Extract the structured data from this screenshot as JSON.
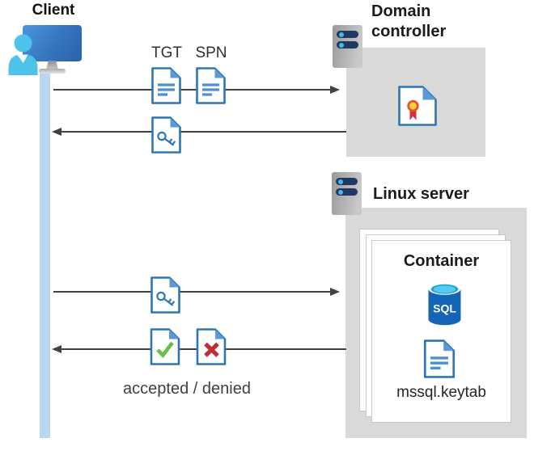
{
  "client": {
    "label": "Client"
  },
  "domain_controller": {
    "label": "Domain controller"
  },
  "linux_server": {
    "label": "Linux server"
  },
  "container": {
    "label": "Container",
    "sql_badge": "SQL",
    "keytab_label": "mssql.keytab"
  },
  "flow": {
    "tgt": "TGT",
    "spn": "SPN",
    "result_caption": "accepted / denied"
  },
  "icons": {
    "client": "user-at-monitor-icon",
    "server": "server-rack-icon",
    "ticket": "document-icon",
    "key_ticket": "key-document-icon",
    "certificate": "certificate-document-icon",
    "database": "sql-database-icon",
    "accepted": "check-document-icon",
    "denied": "cross-document-icon",
    "container_stack": "stacked-cards-icon"
  },
  "colors": {
    "doc_border": "#2E75B6",
    "doc_fold": "#5B9BD5",
    "doc_lines": "#4A8FD3",
    "accent_green": "#6CBE45",
    "accent_red": "#BE2E35",
    "arrow_gray": "#404040",
    "box_gray": "#D9D9D9",
    "lifeline_blue": "#B9D6F3",
    "server_bar_navy": "#1F3864",
    "server_dot_blue": "#45B9E8",
    "sql_body_blue": "#1464B8",
    "sql_top_cyan": "#54CBEF",
    "cert_seal_yellow": "#FFD43B",
    "cert_ribbon_red": "#CE3338",
    "client_monitor_blue": "#3574BE",
    "client_person_cyan": "#4EC3E9"
  }
}
